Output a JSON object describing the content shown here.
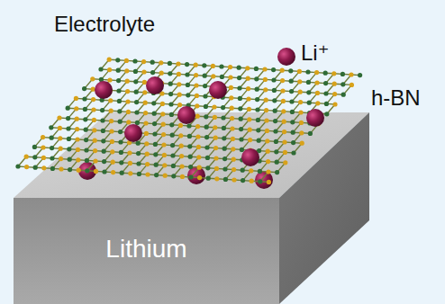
{
  "diagram": {
    "nodes": [
      {
        "text": [
          "Lithium"
        ]
      }
    ],
    "labels": [
      "Electrolyte",
      "Li⁺",
      "h-BN"
    ]
  }
}
